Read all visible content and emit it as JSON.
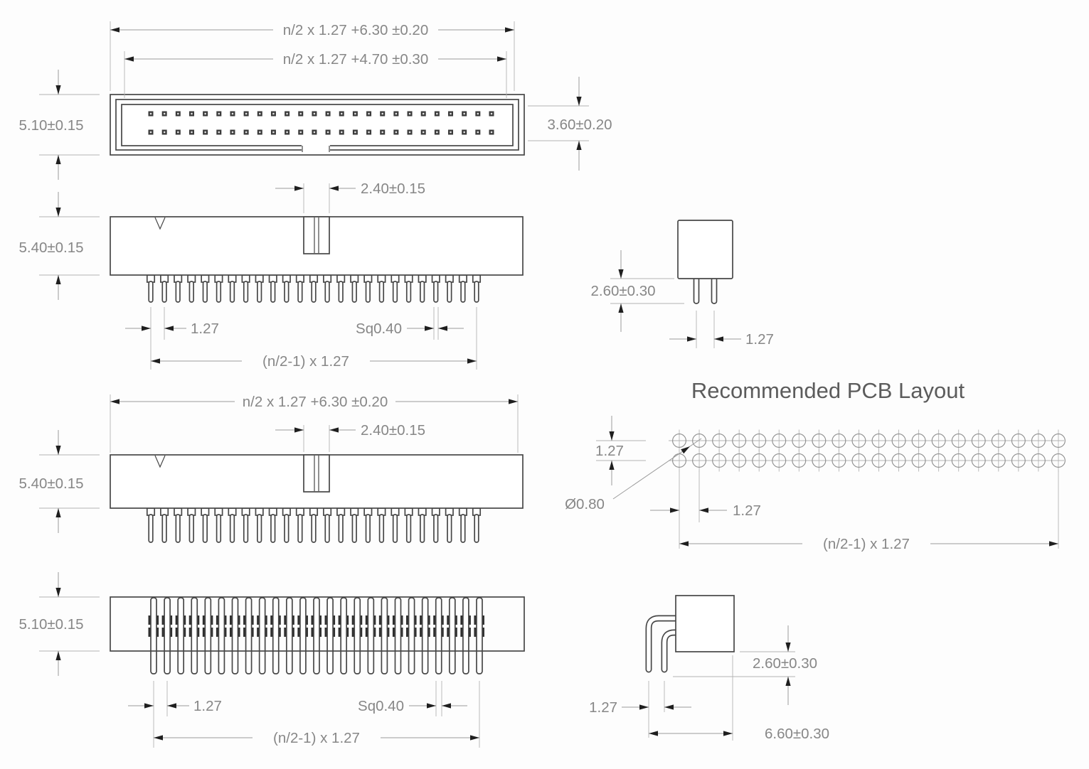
{
  "drawing_title": "Recommended PCB Layout",
  "labels": {
    "view1": {
      "width_outer": "n/2 x 1.27 +6.30 ±0.20",
      "width_inner": "n/2 x 1.27 +4.70 ±0.30",
      "height": "5.10±0.15",
      "opening_height": "3.60±0.20"
    },
    "view2": {
      "key_width": "2.40±0.15",
      "height": "5.40±0.15",
      "pin_pitch": "1.27",
      "pin_size": "Sq0.40",
      "pin_span": "(n/2-1) x 1.27"
    },
    "view3": {
      "width_outer": "n/2 x 1.27 +6.30 ±0.20",
      "key_width": "2.40±0.15",
      "height": "5.40±0.15"
    },
    "view4": {
      "height": "5.10±0.15",
      "pin_pitch": "1.27",
      "pin_size": "Sq0.40",
      "pin_span": "(n/2-1) x 1.27"
    },
    "side_view_straight": {
      "tail_length": "2.60±0.30",
      "pin_pitch": "1.27"
    },
    "pcb_layout": {
      "title": "Recommended PCB Layout",
      "row_pitch": "1.27",
      "hole_diameter": "Ø0.80",
      "hole_pitch": "1.27",
      "span": "(n/2-1) x 1.27"
    },
    "side_view_right_angle": {
      "tail_length": "2.60±0.30",
      "pin_pitch": "1.27",
      "tail_offset": "6.60±0.30"
    }
  },
  "geometry": {
    "view1_pin_columns": 26,
    "view1_pin_rows": 2,
    "front_pin_count": 25,
    "bottom_pin_count": 25,
    "pcb_holes_per_row": 20,
    "pcb_rows": 2
  },
  "colors": {
    "line": "#474747",
    "dimension": "#9b9b9b",
    "extension": "#b3b3b3",
    "arrow": "#1f1f1f",
    "text": "#878787",
    "background": "#fdfdfd"
  }
}
